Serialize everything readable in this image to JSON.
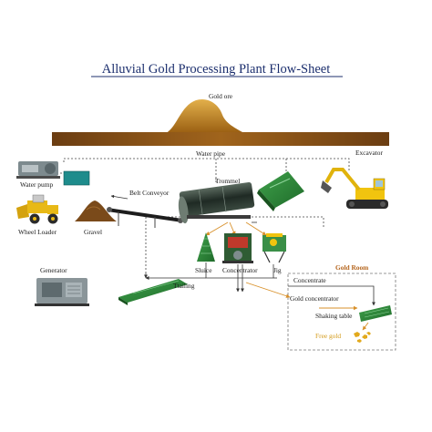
{
  "title": "Alluvial Gold Processing Plant Flow-Sheet",
  "labels": {
    "gold_ore": "Gold ore",
    "water_pipe": "Water pipe",
    "excavator": "Excavator",
    "water_pump": "Water pump",
    "belt_conveyor": "Belt Conveyor",
    "trommel": "Trommel",
    "wheel_loader": "Wheel Loader",
    "gravel": "Gravel",
    "sluice": "Sluice",
    "concentrator": "Concentrator",
    "jig": "Jig",
    "gold_room": "Gold Room",
    "generator": "Generator",
    "concentrate": "Concentrate",
    "ttailing": "Ttailing",
    "gold_concentrator": "Gold concentrator",
    "shaking_table": "Shaking table",
    "free_gold": "Free gold"
  },
  "colors": {
    "title": "#1c2f6e",
    "ground": "#6b3d12",
    "ore": "#c98a1d",
    "machine_green": "#2f8a3b",
    "trommel_dark": "#2d3a33",
    "excavator_yellow": "#f1c40f",
    "gold_room_text": "#b5651d",
    "free_gold_text": "#d39a19"
  }
}
